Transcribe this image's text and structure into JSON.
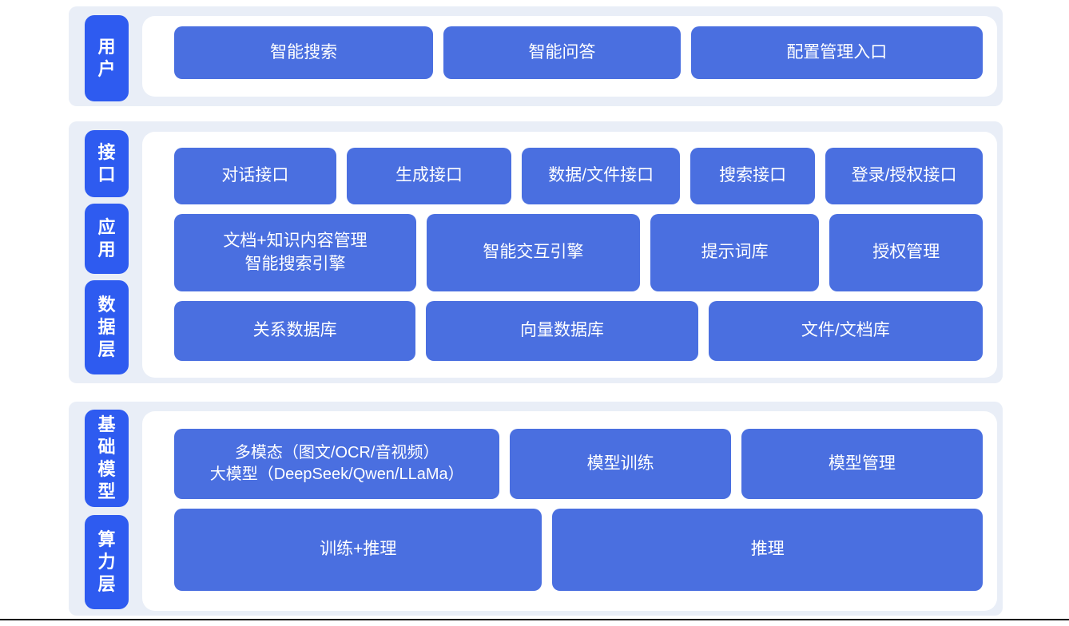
{
  "colors": {
    "band_background": "#e9eef7",
    "panel_background": "#ffffff",
    "layer_label_blue": "#2e5bf0",
    "box_blue": "#4a6fe0",
    "text_white": "#ffffff",
    "bottom_rule": "#0b0b0b"
  },
  "sections": [
    {
      "name": "user-layer",
      "labels": [
        {
          "text": "用\n户"
        }
      ],
      "rows": [
        {
          "buttons": [
            {
              "label": "智能搜索"
            },
            {
              "label": "智能问答"
            },
            {
              "label": "配置管理入口"
            }
          ]
        }
      ]
    },
    {
      "name": "interface-application-data-layer",
      "labels": [
        {
          "text": "接\n口"
        },
        {
          "text": "应\n用"
        },
        {
          "text": "数\n据\n层"
        }
      ],
      "rows": [
        {
          "buttons": [
            {
              "label": "对话接口"
            },
            {
              "label": "生成接口"
            },
            {
              "label": "数据/文件接口"
            },
            {
              "label": "搜索接口"
            },
            {
              "label": "登录/授权接口"
            }
          ]
        },
        {
          "buttons": [
            {
              "label": "文档+知识内容管理\n智能搜索引擎"
            },
            {
              "label": "智能交互引擎"
            },
            {
              "label": "提示词库"
            },
            {
              "label": "授权管理"
            }
          ]
        },
        {
          "buttons": [
            {
              "label": "关系数据库"
            },
            {
              "label": "向量数据库"
            },
            {
              "label": "文件/文档库"
            }
          ]
        }
      ]
    },
    {
      "name": "foundation-compute-layer",
      "labels": [
        {
          "text": "基\n础\n模\n型"
        },
        {
          "text": "算\n力\n层"
        }
      ],
      "rows": [
        {
          "buttons": [
            {
              "label": "多模态（图文/OCR/音视频）\n大模型（DeepSeek/Qwen/LLaMa）"
            },
            {
              "label": "模型训练"
            },
            {
              "label": "模型管理"
            }
          ]
        },
        {
          "buttons": [
            {
              "label": "训练+推理"
            },
            {
              "label": "推理"
            }
          ]
        }
      ]
    }
  ]
}
